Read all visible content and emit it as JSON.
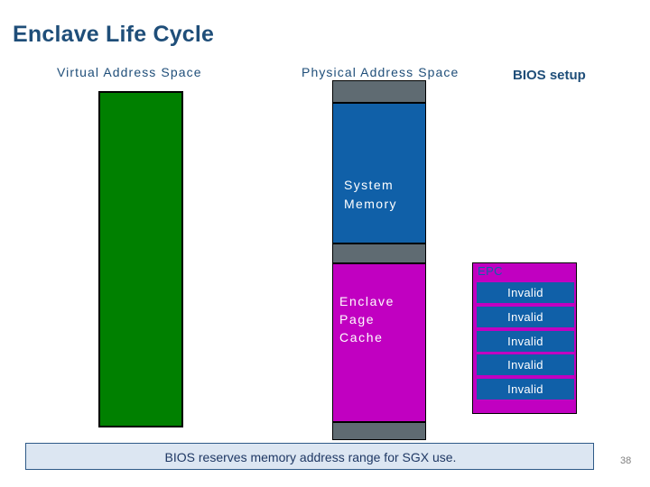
{
  "slide": {
    "title": "Enclave Life Cycle",
    "number": "38",
    "caption": "BIOS reserves memory address range for SGX use."
  },
  "columns": {
    "virtual_label": "Virtual Address Space",
    "physical_label": "Physical Address Space",
    "bios_label": "BIOS setup"
  },
  "physical": {
    "system_memory_line1": "System",
    "system_memory_line2": "Memory",
    "epc_line1": "Enclave",
    "epc_line2": "Page",
    "epc_line3": "Cache"
  },
  "epc_stack": {
    "header": "EPC",
    "entries": [
      {
        "label": "Invalid"
      },
      {
        "label": "Invalid"
      },
      {
        "label": "Invalid"
      },
      {
        "label": "Invalid"
      },
      {
        "label": "Invalid"
      }
    ]
  },
  "colors": {
    "title": "#1F4E79",
    "virtual_fill": "#008000",
    "system_memory_fill": "#1060A8",
    "epc_fill": "#C100C1",
    "gray_band": "#5F6B72",
    "caption_fill": "#DCE6F2",
    "caption_border": "#2E5A88"
  }
}
